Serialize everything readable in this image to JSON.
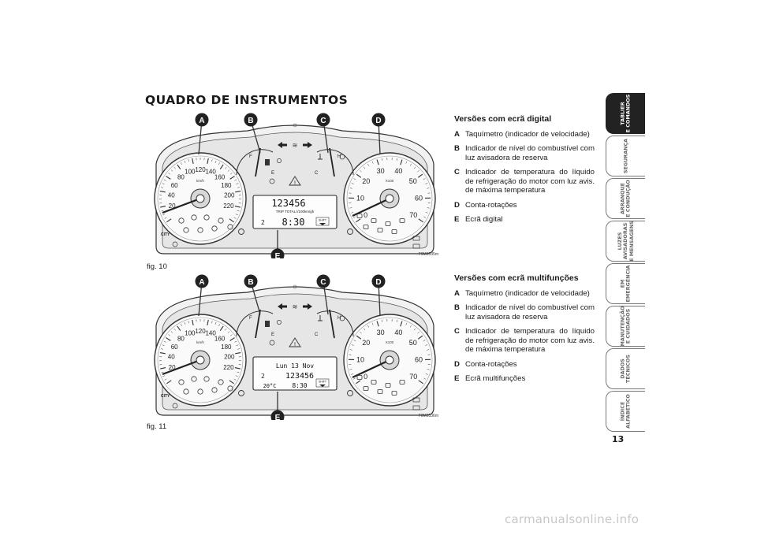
{
  "section_title": "QUADRO DE INSTRUMENTOS",
  "figures": [
    {
      "label": "fig. 10",
      "code": "F0M0535m",
      "callouts": [
        "A",
        "B",
        "C",
        "D",
        "E"
      ],
      "display": {
        "line1": "123456",
        "line2": "TRIP TOTAL  l/100km/gh",
        "time": "8:30",
        "gear": "2"
      }
    },
    {
      "label": "fig. 11",
      "code": "F0M0536m",
      "callouts": [
        "A",
        "B",
        "C",
        "D",
        "E"
      ],
      "display": {
        "date": "Lun 13 Nov",
        "odo": "123456",
        "temp": "20°C",
        "time": "8:30",
        "gear": "2"
      }
    }
  ],
  "speedometer": {
    "unit": "km/h",
    "ticks": [
      "20",
      "40",
      "60",
      "80",
      "100",
      "120",
      "140",
      "160",
      "180",
      "200",
      "220"
    ]
  },
  "tachometer": {
    "unit": "X100",
    "ticks": [
      "0",
      "10",
      "20",
      "30",
      "40",
      "50",
      "60",
      "70"
    ]
  },
  "fuel_gauge": {
    "full": "F",
    "empty": "E"
  },
  "temp_gauge": {
    "hot": "H",
    "cold": "C"
  },
  "city_label": "CITY",
  "shift_label": "SHIFT",
  "digital": {
    "heading": "Versões com ecrã digital",
    "items": [
      {
        "letter": "A",
        "text": "Taquímetro (indicador de velocidade)"
      },
      {
        "letter": "B",
        "text": "Indicador de nível do combustível com luz avisadora de reserva"
      },
      {
        "letter": "C",
        "text": "Indicador de temperatura do líquido de refrigeração do motor com luz avis. de máxima temperatura"
      },
      {
        "letter": "D",
        "text": "Conta-rotações"
      },
      {
        "letter": "E",
        "text": "Ecrã digital"
      }
    ]
  },
  "multi": {
    "heading": "Versões com ecrã multifunções",
    "items": [
      {
        "letter": "A",
        "text": "Taquímetro (indicador de velocidade)"
      },
      {
        "letter": "B",
        "text": "Indicador de nível do combustível com luz avisadora de reserva"
      },
      {
        "letter": "C",
        "text": "Indicador de temperatura do líquido de refrigeração do motor com luz avis. de máxima temperatura"
      },
      {
        "letter": "D",
        "text": "Conta-rotações"
      },
      {
        "letter": "E",
        "text": "Ecrã multifunções"
      }
    ]
  },
  "tabs": [
    {
      "label": "TABLIER\nE COMANDOS",
      "active": true
    },
    {
      "label": "SEGURANÇA",
      "active": false
    },
    {
      "label": "ARRANQUE\nE CONDUÇÃO",
      "active": false
    },
    {
      "label": "LUZES\nAVISADORAS\nE MENSAGENS",
      "active": false
    },
    {
      "label": "EM\nEMERGÊNCIA",
      "active": false
    },
    {
      "label": "MANUTENÇÃO\nE CUIDADOS",
      "active": false
    },
    {
      "label": "DADOS\nTÉCNICOS",
      "active": false
    },
    {
      "label": "ÍNDICE\nALFABÉTICO",
      "active": false
    }
  ],
  "page_number": "13",
  "watermark": "carmanualsonline.info"
}
